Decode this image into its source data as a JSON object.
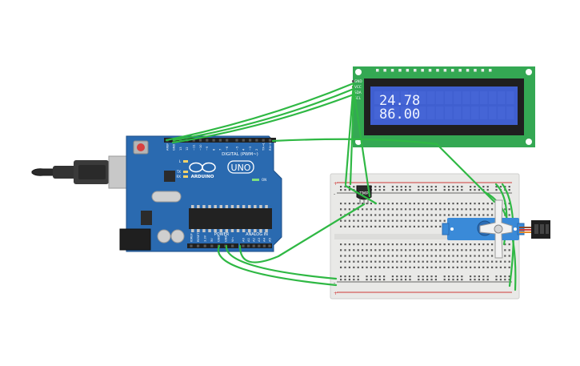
{
  "colors": {
    "board": "#2a6ab0",
    "board_edge": "#1d4f87",
    "lcd_pcb": "#34a853",
    "lcd_screen": "#3f5fd0",
    "lcd_text": "#f0f4ff",
    "wire": "#2fb844",
    "breadboard": "#e9e9e7",
    "rail_red": "#d03a3a",
    "servo_body": "#3a8ad8",
    "servo_horn": "#f2f2f2"
  },
  "lcd": {
    "line1": "24.78",
    "line2": "86.00",
    "pins": [
      "GND",
      "VCC",
      "SDA",
      "SCL"
    ]
  },
  "arduino": {
    "logo": "ARDUINO",
    "model": "UNO",
    "digital_label": "DIGITAL (PWM~)",
    "power_label": "POWER",
    "analog_label": "ANALOG IN",
    "digital_pins": [
      "AREF",
      "GND",
      "13",
      "12",
      "~11",
      "~10",
      "~9",
      "8",
      "7",
      "~6",
      "~5",
      "4",
      "~3",
      "2",
      "TX→1",
      "RX←0"
    ],
    "power_pins": [
      "IOREF",
      "RESET",
      "3.3V",
      "5V",
      "GND",
      "GND",
      "Vin"
    ],
    "analog_pins": [
      "A0",
      "A1",
      "A2",
      "A3",
      "A4",
      "A5"
    ],
    "led_labels": [
      "L",
      "TX",
      "RX"
    ],
    "on_label": "ON"
  },
  "sensor": {
    "label": "TMP"
  },
  "breadboard": {
    "plus": "+",
    "minus": "-"
  }
}
